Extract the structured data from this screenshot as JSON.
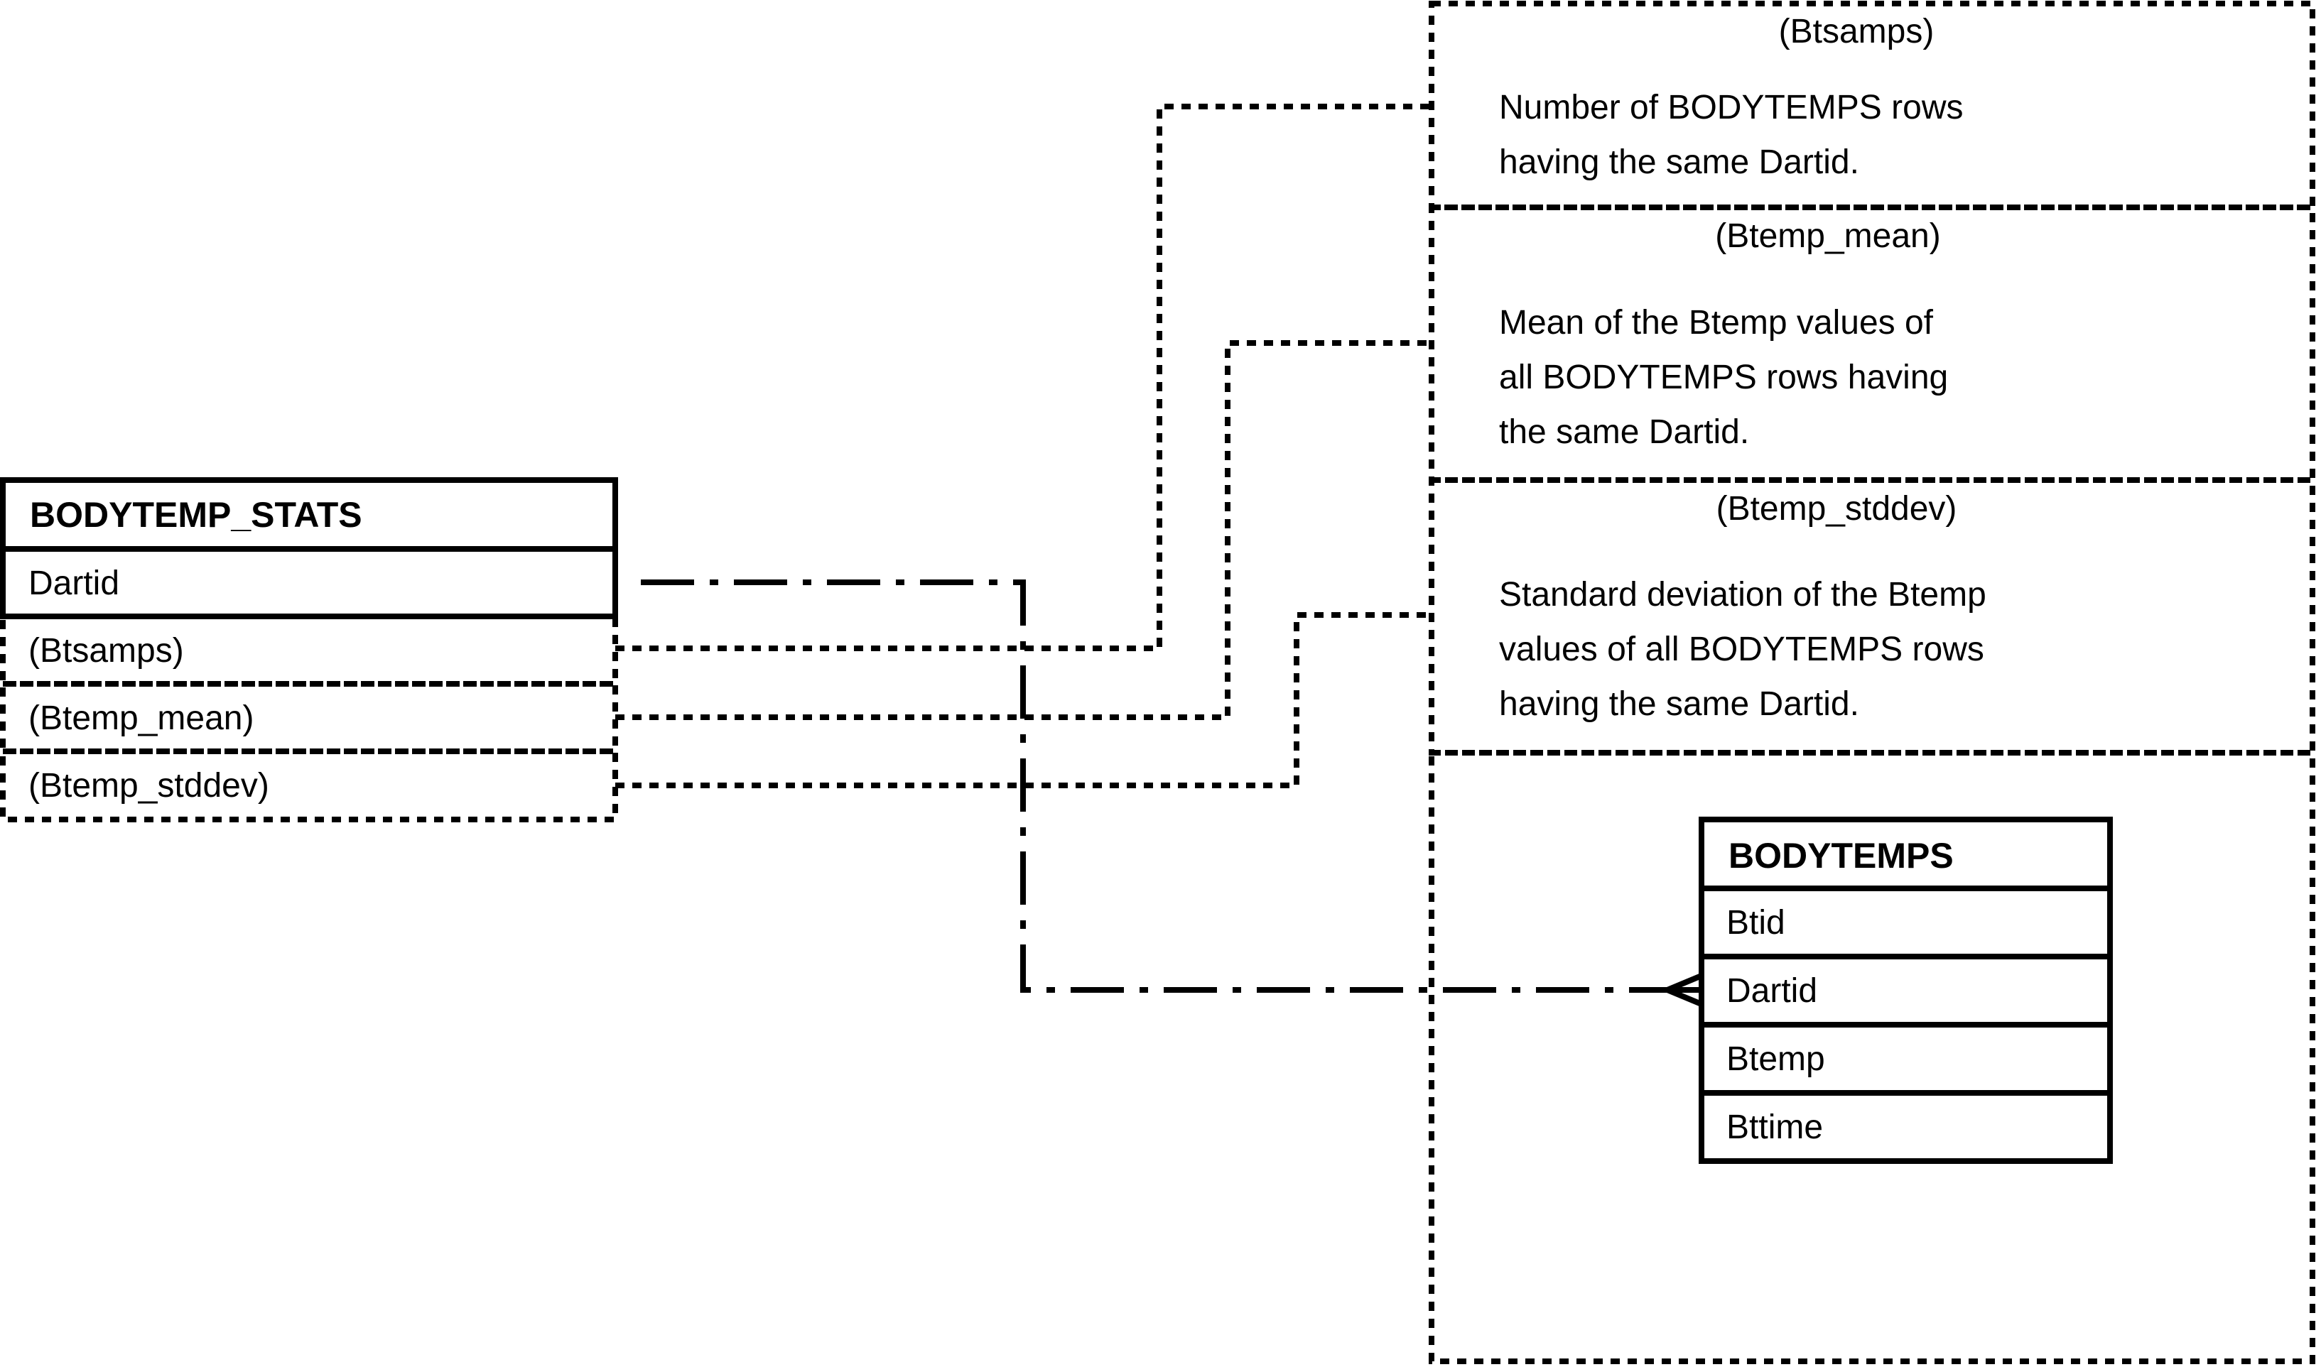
{
  "derived_table": {
    "name": "BODYTEMP_STATS",
    "key_field": "Dartid",
    "derived_fields": [
      "(Btsamps)",
      "(Btemp_mean)",
      "(Btemp_stddev)"
    ]
  },
  "base_table": {
    "name": "BODYTEMPS",
    "fields": [
      "Btid",
      "Dartid",
      "Btemp",
      "Bttime"
    ]
  },
  "notes": [
    {
      "title": "(Btsamps)",
      "lines": [
        "Number of BODYTEMPS rows",
        "having the same Dartid."
      ]
    },
    {
      "title": "(Btemp_mean)",
      "lines": [
        "Mean of the Btemp values of",
        "all BODYTEMPS rows having",
        "the same Dartid."
      ]
    },
    {
      "title": "(Btemp_stddev)",
      "lines": [
        "Standard deviation of the Btemp",
        "values of all BODYTEMPS rows",
        "having the same Dartid."
      ]
    }
  ],
  "relationship": {
    "from": "BODYTEMP_STATS.Dartid",
    "to": "BODYTEMPS.Dartid",
    "cardinality": "one-to-many"
  }
}
